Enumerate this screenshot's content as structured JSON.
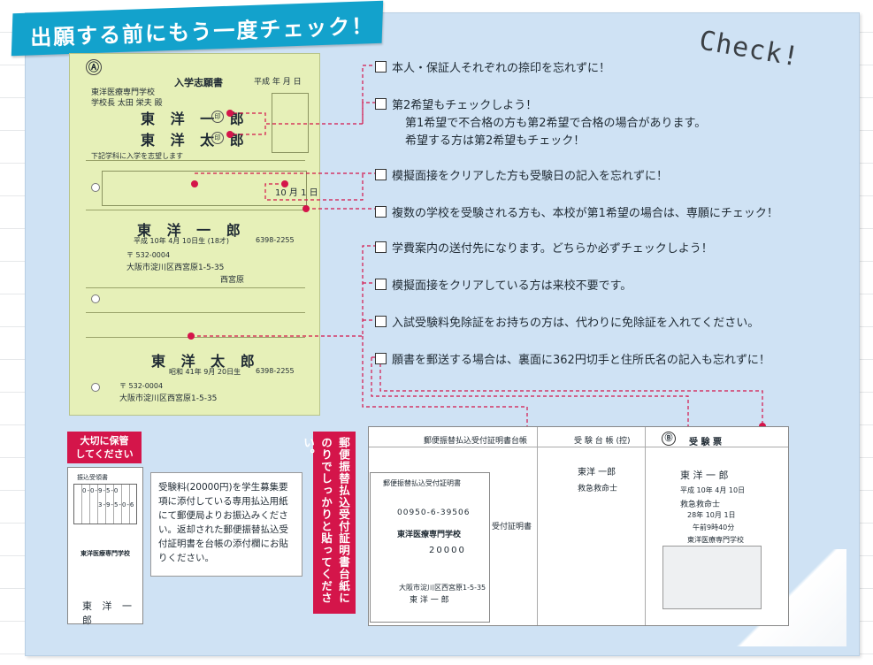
{
  "banner": {
    "title": "出願する前にもう一度チェック！"
  },
  "check_word": "Check!",
  "form_a": {
    "label": "Ⓐ",
    "title": "入学志願書",
    "year": "平成 年 月 日",
    "school": "東洋医療専門学校",
    "dear": "学校長 太田 栄夫 殿",
    "applicant_name": "東 洋 一 郎",
    "guardian_name": "東 洋 太 郎",
    "apply_note": "下記学科に入学を志望します",
    "student_name": "東 洋 一 郎",
    "dob": "平成 10年 4月 10日生 (18才)",
    "tel1": "6398-2255",
    "zip1": "〒 532-0004",
    "addr1": "大阪市淀川区西宮原1-5-35",
    "city": "西宮原",
    "exam_day": "10 月 1 日",
    "guarantor_name": "東 洋 太 郎",
    "dob2": "昭和 41年 9月 20日生",
    "tel2": "6398-2255",
    "zip2": "〒 532-0004",
    "addr2": "大阪市淀川区西宮原1-5-35",
    "seal": "印"
  },
  "checklist": [
    {
      "text": "本人・保証人それぞれの捺印を忘れずに！"
    },
    {
      "text": "第2希望もチェックしよう！"
    },
    {
      "text": "模擬面接をクリアした方も受験日の記入を忘れずに！"
    },
    {
      "text": "複数の学校を受験される方も、本校が第1希望の場合は、専願にチェック！"
    },
    {
      "text": "学費案内の送付先になります。どちらか必ずチェックしよう！"
    },
    {
      "text": "模擬面接をクリアしている方は来校不要です。"
    },
    {
      "text": "入試受験料免除証をお持ちの方は、代わりに免除証を入れてください。"
    },
    {
      "text": "願書を郵送する場合は、裏面に362円切手と住所氏名の記入も忘れずに！"
    }
  ],
  "checklist_sub": [
    "第1希望で不合格の方も第2希望で合格の場合があります。",
    "希望する方は第2希望もチェック！"
  ],
  "keep_tag": {
    "line1": "大切に保管",
    "line2": "してください"
  },
  "receipt_small": {
    "title": "振込受領書",
    "num1": "0-0-9-5-0",
    "num2": "3-9-5-0-6",
    "school": "東洋医療専門学校",
    "name": "東 洋 一 郎"
  },
  "info_text": "受験料(20000円)を学生募集要項に添付している専用払込用紙にて郵便局よりお振込みください。返却された郵便振替払込受付証明書を台帳の添付欄にお貼りください。",
  "red_vertical": {
    "line1": "郵便振替払込受付証明書台紙に",
    "line2": "のりでしっかりと貼ってください。"
  },
  "receipt_big": {
    "header_left": "郵便振替払込受付証明書台帳",
    "header_mid": "受 験 台 帳 (控)",
    "b_label": "Ⓑ",
    "header_right": "受   験   票",
    "slip_title": "郵便振替払込受付証明書",
    "slip_account": "00950-6-39506",
    "slip_school": "東洋医療専門学校",
    "slip_amount": "20000",
    "slip_addr": "大阪市淀川区西宮原1-5-35",
    "slip_name": "東 洋 一 郎",
    "slip_side": "受付証明書",
    "mid_name": "東洋 一郎",
    "mid_course": "救急救命士",
    "right_name": "東 洋 一 郎",
    "right_dob": "平成 10年 4月 10日",
    "right_course": "救急救命士",
    "right_date": "28年 10月 1日",
    "right_time": "午前9時40分",
    "right_school": "東洋医療専門学校"
  },
  "colors": {
    "accent_red": "#d4154a",
    "banner_blue": "#13a2cc",
    "panel_blue": "#cfe2f4",
    "form_green": "#e6f0b8"
  }
}
